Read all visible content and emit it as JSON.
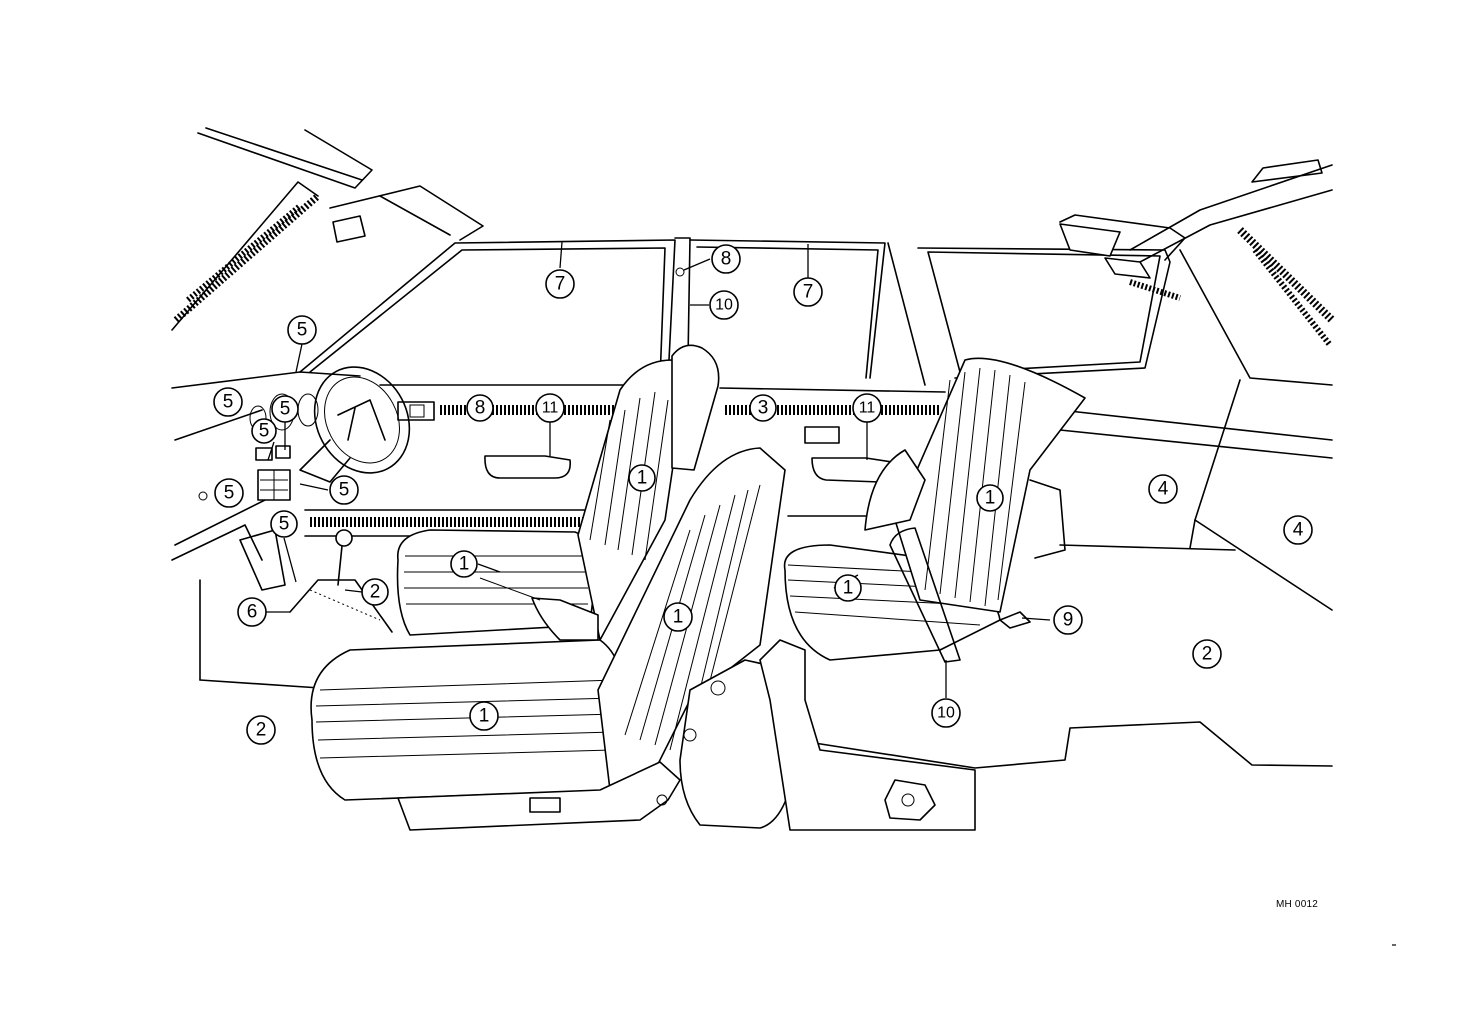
{
  "figure_code": "MH 0012",
  "callouts": [
    {
      "id": "c1-front-seat-cushion",
      "label": "1"
    },
    {
      "id": "c1-front-seatback",
      "label": "1"
    },
    {
      "id": "c1-driver-seat-cushion",
      "label": "1"
    },
    {
      "id": "c1-driver-seatback",
      "label": "1"
    },
    {
      "id": "c1-rear-seat-cushion",
      "label": "1"
    },
    {
      "id": "c1-rear-seatback",
      "label": "1"
    },
    {
      "id": "c2-floor-left",
      "label": "2"
    },
    {
      "id": "c2-console",
      "label": "2"
    },
    {
      "id": "c2-cargo-floor",
      "label": "2"
    },
    {
      "id": "c3-rear-door-trim",
      "label": "3"
    },
    {
      "id": "c4-rear-side-panel",
      "label": "4"
    },
    {
      "id": "c4-rear-quarter",
      "label": "4"
    },
    {
      "id": "c5-windshield-pillar",
      "label": "5"
    },
    {
      "id": "c5-dash-left",
      "label": "5"
    },
    {
      "id": "c5-cluster",
      "label": "5"
    },
    {
      "id": "c5-switch",
      "label": "5"
    },
    {
      "id": "c5-lower-dash",
      "label": "5"
    },
    {
      "id": "c5-column",
      "label": "5"
    },
    {
      "id": "c5-center",
      "label": "5"
    },
    {
      "id": "c6-shift-boot",
      "label": "6"
    },
    {
      "id": "c7-front-door-glass",
      "label": "7"
    },
    {
      "id": "c7-rear-door-glass",
      "label": "7"
    },
    {
      "id": "c8-front-door-trim",
      "label": "8"
    },
    {
      "id": "c8-pillar",
      "label": "8"
    },
    {
      "id": "c9-belt-buckle",
      "label": "9"
    },
    {
      "id": "c10-pillar-belt",
      "label": "10"
    },
    {
      "id": "c10-rear-belt",
      "label": "10"
    },
    {
      "id": "c11-front-armrest",
      "label": "11"
    },
    {
      "id": "c11-rear-armrest",
      "label": "11"
    }
  ]
}
